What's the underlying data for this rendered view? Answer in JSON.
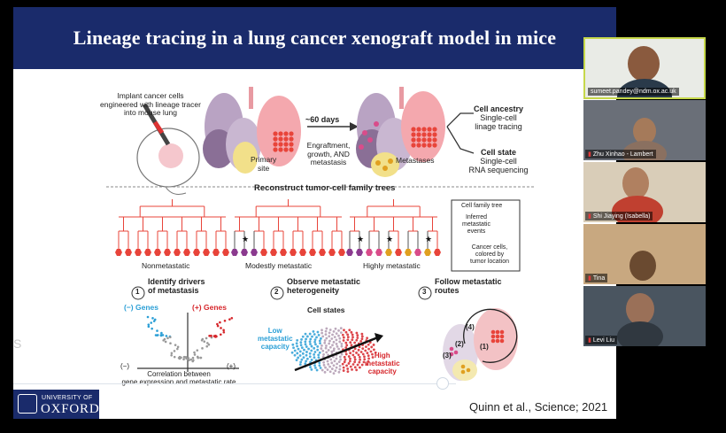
{
  "slide": {
    "title": "Lineage tracing in a lung cancer xenograft model in mice",
    "implant_text": [
      "Implant cancer cells",
      "engineered with lineage tracer",
      "into mouse lung"
    ],
    "primary_site": [
      "Primary",
      "site"
    ],
    "days": "~60 days",
    "growth_text": [
      "Engraftment,",
      "growth, AND",
      "metastasis"
    ],
    "metastases": "Metastases",
    "cell_ancestry": {
      "title": "Cell ancestry",
      "sub": [
        "Single-cell",
        "linage tracing"
      ]
    },
    "cell_state": {
      "title": "Cell state",
      "sub": [
        "Single-cell",
        "RNA sequencing"
      ]
    },
    "reconstruct": "Reconstruct tumor-cell family trees",
    "tree_labels": [
      "Nonmetastatic",
      "Modestly metastatic",
      "Highly metastatic"
    ],
    "legend": {
      "title": "Cell family tree",
      "events": [
        "Inferred",
        "metastatic",
        "events"
      ],
      "cells": [
        "Cancer cells,",
        "colored by",
        "tumor location"
      ]
    },
    "steps": [
      {
        "num": "1",
        "text": [
          "Identify drivers",
          "of metastasis"
        ]
      },
      {
        "num": "2",
        "text": [
          "Observe metastatic",
          "heterogeneity"
        ]
      },
      {
        "num": "3",
        "text": [
          "Follow metastatic",
          "routes"
        ]
      }
    ],
    "volcano": {
      "neg_genes": "(−) Genes",
      "pos_genes": "(+) Genes",
      "minus": "(−)",
      "plus": "(+)",
      "xlabel": [
        "Correlation between",
        "gene expression and metastatic rate"
      ]
    },
    "cell_states": {
      "title": "Cell states",
      "low": [
        "Low",
        "metastatic",
        "capacity"
      ],
      "high": [
        "High",
        "metastatic",
        "capacity"
      ]
    },
    "routes": [
      "(4)",
      "(2)",
      "(1)",
      "(3)"
    ],
    "university": "UNIVERSITY OF",
    "oxford": "OXFORD",
    "citation": "Quinn et al., Science; 2021",
    "ghost_text": "S"
  },
  "participants": [
    {
      "name": "sumeet.pandey@ndm.ox.ac.uk"
    },
    {
      "name": "Zhu Xinhao - Lambert"
    },
    {
      "name": "Shi Jiaying (Isabella)"
    },
    {
      "name": "Tina"
    },
    {
      "name": "Levi Liu"
    }
  ],
  "colors": {
    "title_bg": "#1a2b6b",
    "tree_red": "#e8443a",
    "purple": "#8b3a8f",
    "gold": "#e0a020",
    "low_blue": "#2b9fd6",
    "high_red": "#d6262b",
    "active_speaker": "#c6d84a"
  }
}
